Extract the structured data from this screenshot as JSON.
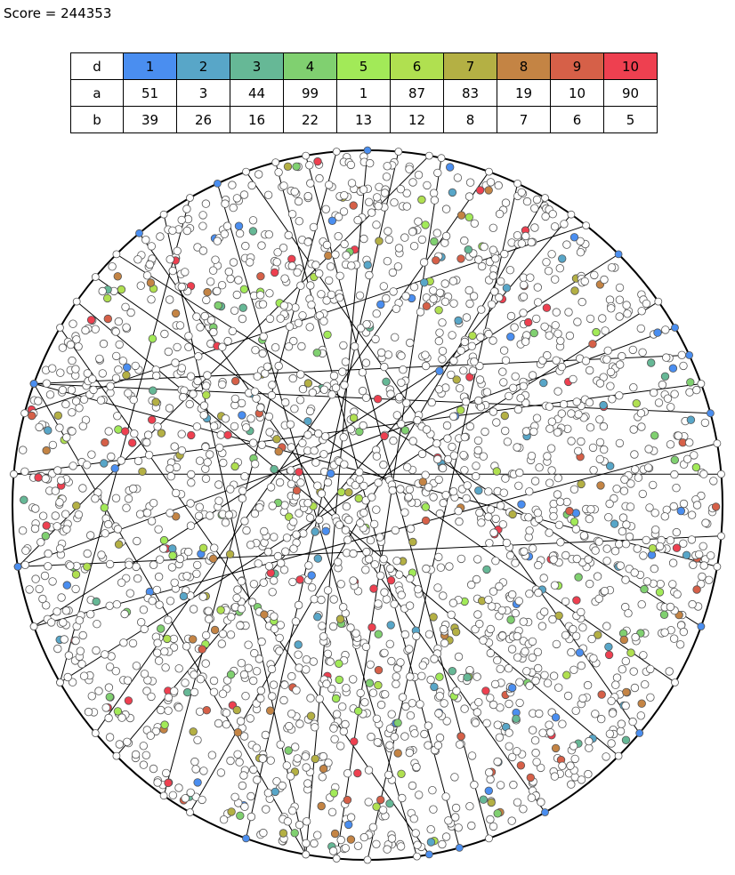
{
  "score_text": "Score = 244353",
  "table": {
    "row_labels": [
      "d",
      "a",
      "b"
    ],
    "columns": [
      {
        "d": "1",
        "color": "#4a8ef0",
        "a": "51",
        "b": "39"
      },
      {
        "d": "2",
        "color": "#58a6c8",
        "a": "3",
        "b": "26"
      },
      {
        "d": "3",
        "color": "#66b896",
        "a": "44",
        "b": "16"
      },
      {
        "d": "4",
        "color": "#80d070",
        "a": "99",
        "b": "22"
      },
      {
        "d": "5",
        "color": "#a2ea58",
        "a": "1",
        "b": "13"
      },
      {
        "d": "6",
        "color": "#b0e050",
        "a": "87",
        "b": "12"
      },
      {
        "d": "7",
        "color": "#b4b044",
        "a": "83",
        "b": "8"
      },
      {
        "d": "8",
        "color": "#c48444",
        "a": "19",
        "b": "7"
      },
      {
        "d": "9",
        "color": "#d66048",
        "a": "10",
        "b": "6"
      },
      {
        "d": "10",
        "color": "#ee4050",
        "a": "90",
        "b": "5"
      }
    ]
  },
  "colors": {
    "empty_point_fill": "#ffffff",
    "point_stroke": "#555555",
    "line_color": "#000000"
  }
}
